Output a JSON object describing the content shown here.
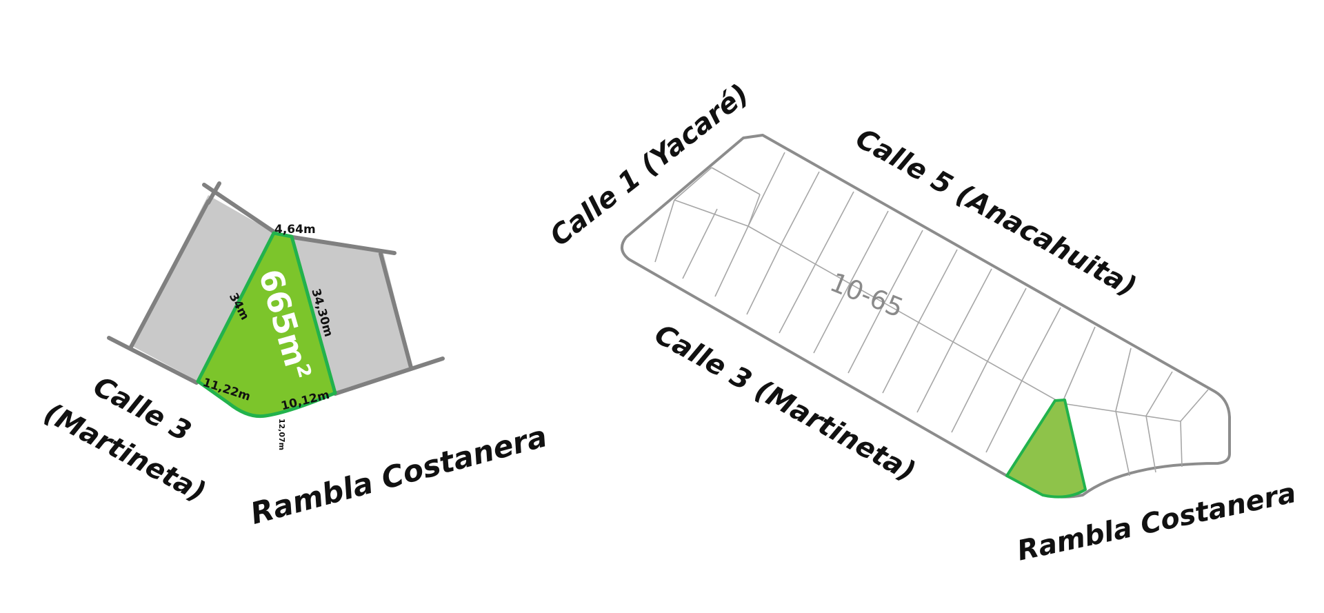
{
  "detail_map": {
    "area": "665m²",
    "measurements": {
      "top": "4,64m",
      "left": "34m",
      "right": "34,30m",
      "bottom_left": "11,22m",
      "bottom_right": "10,12m",
      "curve": "12,07m"
    },
    "streets": {
      "calle3_line1": "Calle 3",
      "calle3_line2": "(Martineta)",
      "rambla": "Rambla Costanera"
    }
  },
  "overview_map": {
    "block_number": "10-65",
    "streets": {
      "calle1": "Calle 1 (Yacaré)",
      "calle5": "Calle 5 (Anacahuita)",
      "calle3": "Calle 3 (Martineta)",
      "rambla": "Rambla Costanera"
    }
  },
  "colors": {
    "lot_fill": "#7cc52b",
    "lot_border": "#22b24c",
    "neighbor_fill": "#c9c9c9",
    "line_gray": "#808080",
    "overview_lot_fill": "#8ec34a"
  }
}
